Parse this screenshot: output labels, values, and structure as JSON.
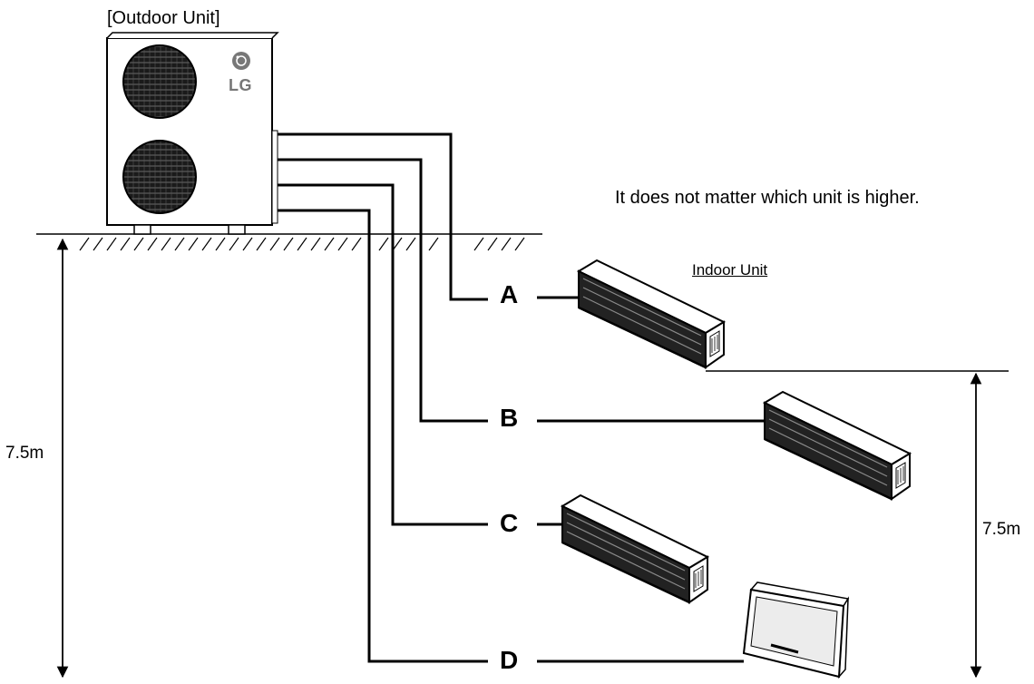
{
  "outdoor_unit": {
    "label": "[Outdoor Unit]",
    "brand": "LG"
  },
  "indoor_unit": {
    "label": "Indoor Unit"
  },
  "note": "It does not matter which unit is higher.",
  "pipes": [
    {
      "letter": "A"
    },
    {
      "letter": "B"
    },
    {
      "letter": "C"
    },
    {
      "letter": "D"
    }
  ],
  "height_left": "7.5m",
  "height_right": "7.5m",
  "icons": [
    "lg-logo-icon",
    "fan-grille-icon",
    "wall-mounted-indoor-unit-icon",
    "console-indoor-unit-icon",
    "ground-hatching-icon",
    "double-arrow-icon"
  ]
}
